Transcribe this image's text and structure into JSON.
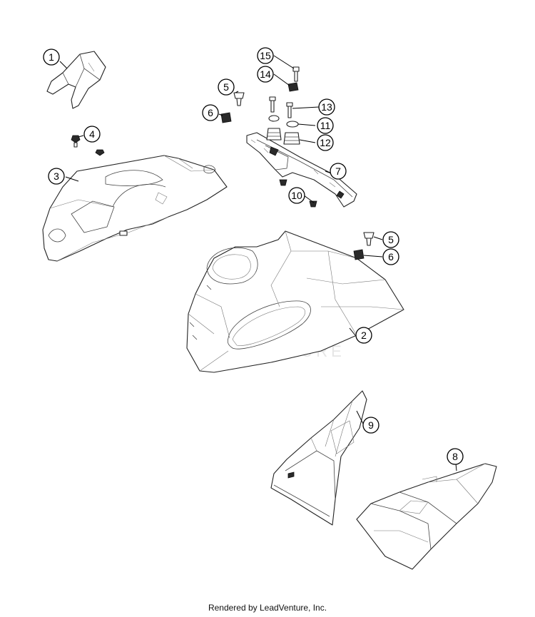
{
  "watermark": "LEADVENTURE",
  "footer": "Rendered by LeadVenture, Inc.",
  "callouts": [
    {
      "id": "c1",
      "label": "1"
    },
    {
      "id": "c2",
      "label": "2"
    },
    {
      "id": "c3",
      "label": "3"
    },
    {
      "id": "c4",
      "label": "4"
    },
    {
      "id": "c5a",
      "label": "5"
    },
    {
      "id": "c5b",
      "label": "5"
    },
    {
      "id": "c6a",
      "label": "6"
    },
    {
      "id": "c6b",
      "label": "6"
    },
    {
      "id": "c7",
      "label": "7"
    },
    {
      "id": "c8",
      "label": "8"
    },
    {
      "id": "c9",
      "label": "9"
    },
    {
      "id": "c10",
      "label": "10"
    },
    {
      "id": "c11",
      "label": "11"
    },
    {
      "id": "c12",
      "label": "12"
    },
    {
      "id": "c13",
      "label": "13"
    },
    {
      "id": "c14",
      "label": "14"
    },
    {
      "id": "c15",
      "label": "15"
    }
  ]
}
